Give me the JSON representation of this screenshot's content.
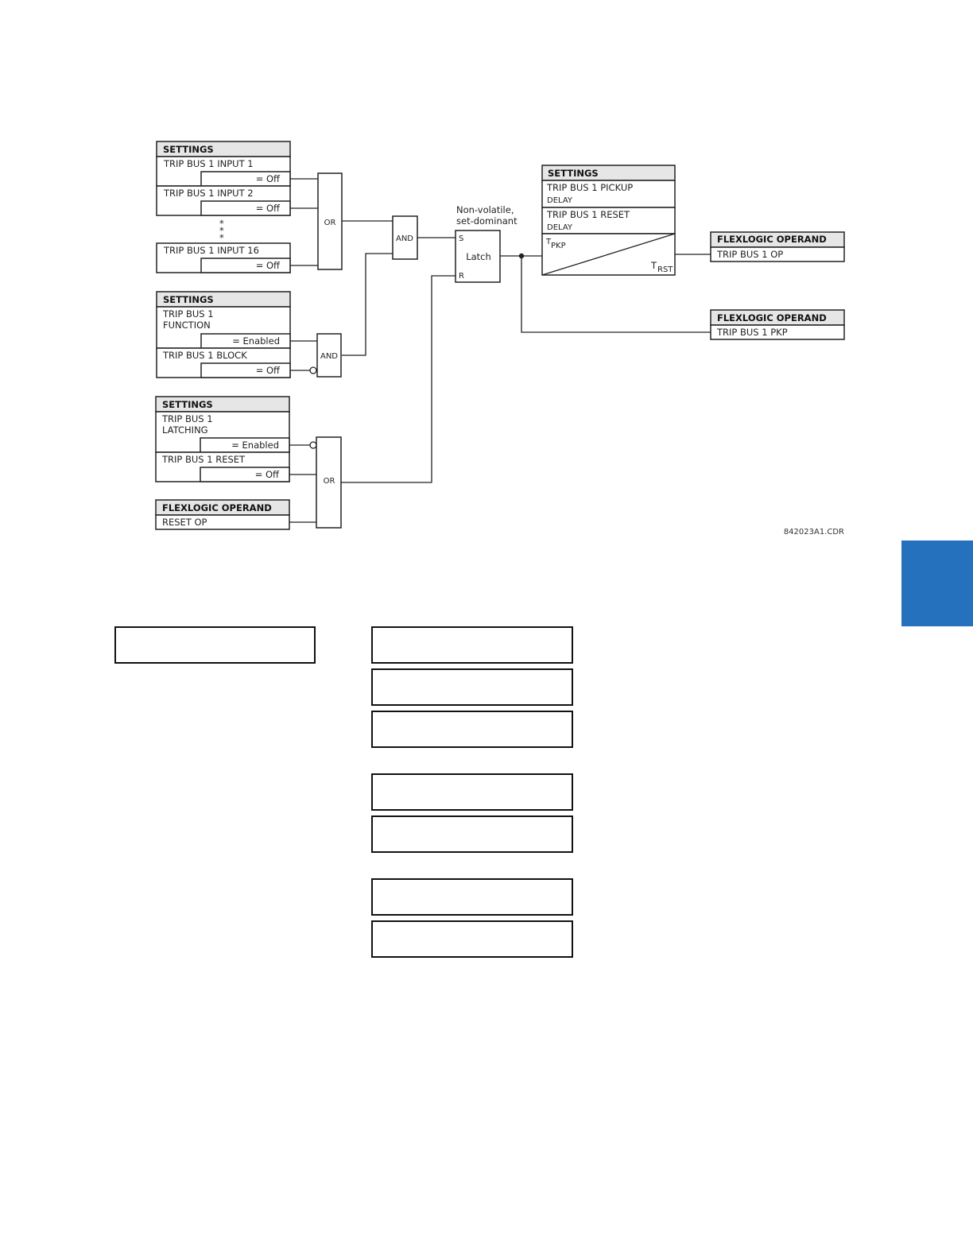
{
  "settings_input": {
    "header": "SETTINGS",
    "input1": "TRIP BUS 1 INPUT 1",
    "input2": "TRIP BUS 1 INPUT 2",
    "input16": "TRIP BUS 1 INPUT 16",
    "off_value": "= Off",
    "dots": "*"
  },
  "settings_function": {
    "header": "SETTINGS",
    "function_line1": "TRIP BUS 1",
    "function_line2": "FUNCTION",
    "enabled_value": "= Enabled",
    "block": "TRIP BUS 1 BLOCK",
    "off_value": "= Off"
  },
  "settings_latching": {
    "header": "SETTINGS",
    "latching_line1": "TRIP BUS 1",
    "latching_line2": "LATCHING",
    "enabled_value": "= Enabled",
    "reset": "TRIP BUS 1 RESET",
    "off_value": "= Off"
  },
  "operand_reset": {
    "header": "FLEXLOGIC OPERAND",
    "value": "RESET OP"
  },
  "gates": {
    "or1": "OR",
    "and1": "AND",
    "and2": "AND",
    "or2": "OR"
  },
  "latch": {
    "note_line1": "Non-volatile,",
    "note_line2": "set-dominant",
    "label": "Latch",
    "set": "S",
    "reset": "R"
  },
  "settings_timer": {
    "header": "SETTINGS",
    "pickup_line1": "TRIP BUS 1 PICKUP",
    "pickup_line2": "DELAY",
    "reset_line1": "TRIP BUS 1 RESET",
    "reset_line2": "DELAY",
    "tpkp_main": "T",
    "tpkp_sub": "PKP",
    "trst_main": "T",
    "trst_sub": "RST"
  },
  "operand_op": {
    "header": "FLEXLOGIC OPERAND",
    "value": "TRIP BUS 1 OP"
  },
  "operand_pkp": {
    "header": "FLEXLOGIC OPERAND",
    "value": "TRIP BUS 1 PKP"
  },
  "figure_code": "842023A1.CDR",
  "colors": {
    "tab": "#2671bd",
    "header_fill": "#e6e6e6"
  }
}
